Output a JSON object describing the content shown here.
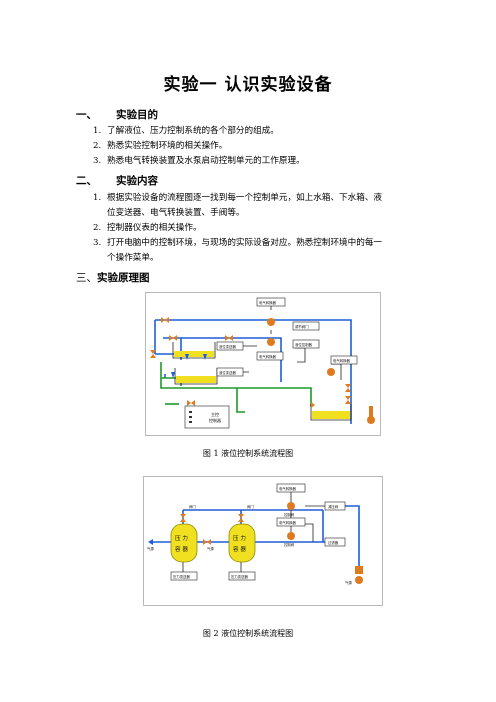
{
  "title": "实验一 认识实验设备",
  "sections": [
    {
      "num": "一、",
      "heading": "实验目的",
      "items": [
        {
          "num": "1.",
          "text": "了解液位、压力控制系统的各个部分的组成。"
        },
        {
          "num": "2.",
          "text": "熟悉实验控制环境的相关操作。"
        },
        {
          "num": "3.",
          "text": "熟悉电气转换装置及水泵启动控制单元的工作原理。"
        }
      ]
    },
    {
      "num": "二、",
      "heading": "实验内容",
      "items": [
        {
          "num": "1.",
          "line1": "根据实验设备的流程图逐一找到每一个控制单元，如上水箱、下水箱、液",
          "line2": "位变送器、电气转换装置、手阀等。"
        },
        {
          "num": "2.",
          "text": "控制器仪表的相关操作。"
        },
        {
          "num": "3.",
          "line1": "打开电脑中的控制环境，与现场的实际设备对应。熟悉控制环境中的每一",
          "line2": "个操作菜单。"
        }
      ]
    },
    {
      "num": "三、",
      "heading": "实验原理图"
    }
  ],
  "figures": [
    {
      "caption": "图 1  液位控制系统流程图",
      "labels": {
        "top_converter": "电气转换器",
        "motor_valve": "调节阀门",
        "controller_a": "液位控制器",
        "upper_tx": "液位变送器",
        "lower_tx": "液位变送器",
        "mid_converter": "电气转换器",
        "right_converter": "电气转换器",
        "main_controller": "主控",
        "main_controller2": "控制器"
      }
    },
    {
      "caption": "图 2  液位控制系统流程图",
      "labels": {
        "top_converter": "电气转换器",
        "mid_converter": "电气转换器",
        "valve1": "阀门",
        "valve2": "阀门",
        "tank1_line1": "压 力",
        "tank1_line2": "容 器",
        "tank2_line1": "压 力",
        "tank2_line2": "容 器",
        "tx1": "压力变送器",
        "tx2": "压力变送器",
        "gas_in": "气源",
        "gas_mid": "气源",
        "gas_right": "气源",
        "ctrl_valve1": "控制阀",
        "ctrl_valve2": "控制阀",
        "reducer": "减压阀",
        "filter": "过滤器"
      }
    }
  ]
}
